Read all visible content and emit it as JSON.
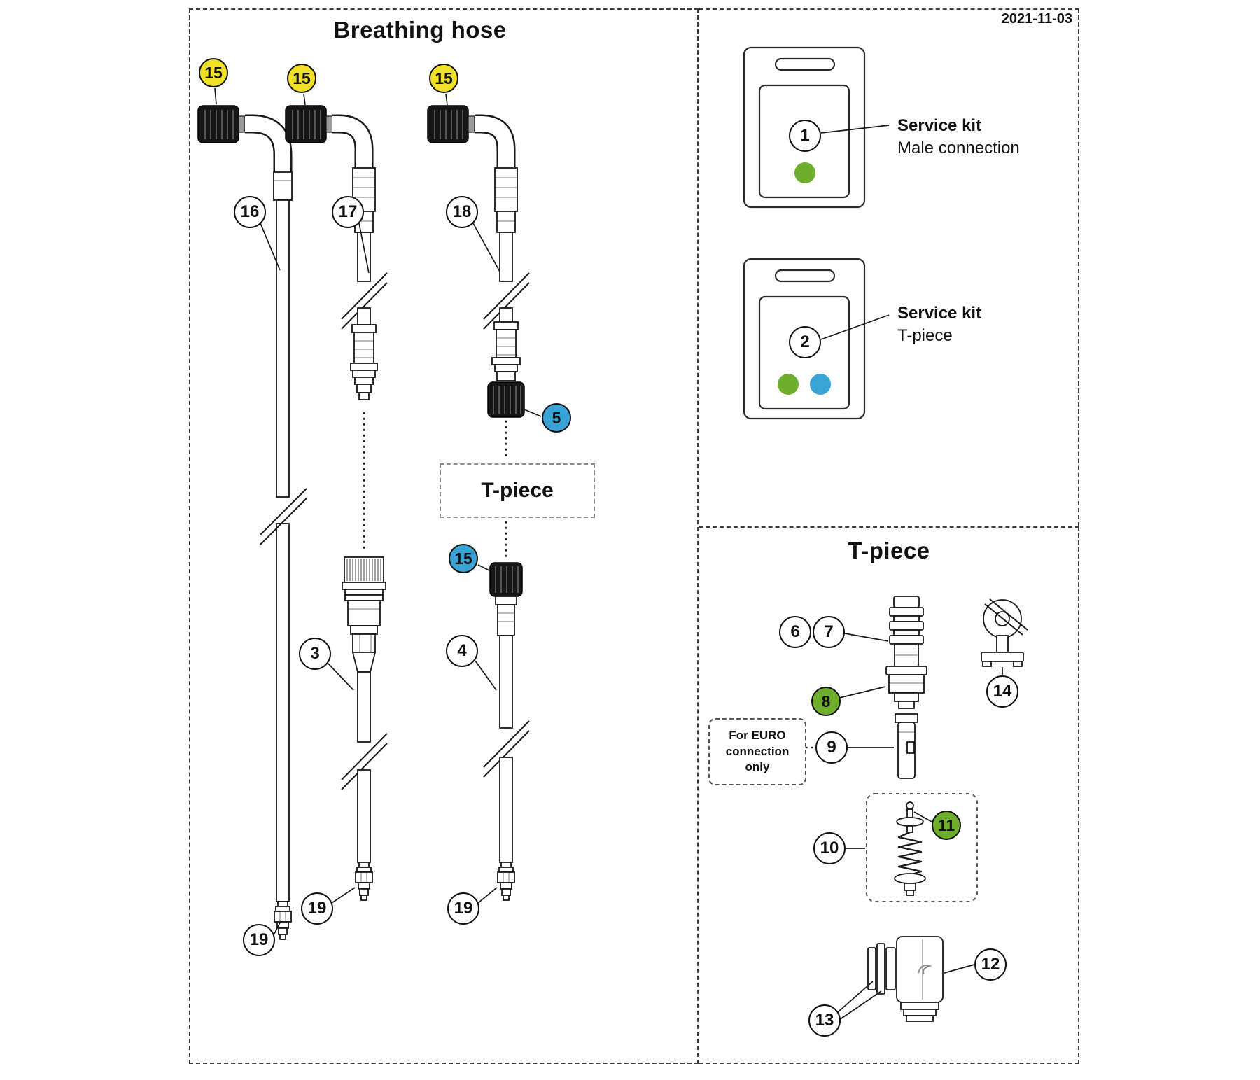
{
  "date": "2021-11-03",
  "panels": {
    "breathing_hose": {
      "title": "Breathing hose"
    },
    "tpiece": {
      "title": "T-piece"
    }
  },
  "tpiece_connector_box_label": "T-piece",
  "euro_note": "For EURO connection only",
  "service_kits": [
    {
      "number": "1",
      "title": "Service kit",
      "subtitle": "Male connection",
      "dot_colors": [
        "green"
      ]
    },
    {
      "number": "2",
      "title": "Service kit",
      "subtitle": "T-piece",
      "dot_colors": [
        "green",
        "blue"
      ]
    }
  ],
  "callouts": {
    "hose1_connector": "15",
    "hose2_connector": "15",
    "hose3_connector": "15",
    "hose1": "16",
    "hose2": "17",
    "hose3": "18",
    "tpiece_nut": "5",
    "part4_nut": "15",
    "part3": "3",
    "part4": "4",
    "hose1_end": "19",
    "part3_end": "19",
    "part4_end": "19",
    "kit1": "1",
    "kit2": "2",
    "plug_body_a": "6",
    "plug_body_b": "7",
    "plug_collar": "8",
    "euro_insert": "9",
    "valve_kit": "10",
    "valve": "11",
    "elbow": "12",
    "elbow_rings": "13",
    "clip": "14"
  },
  "colors": {
    "callout_yellow": "#f1e126",
    "callout_blue": "#3aa3d6",
    "callout_green": "#6fae2d"
  }
}
